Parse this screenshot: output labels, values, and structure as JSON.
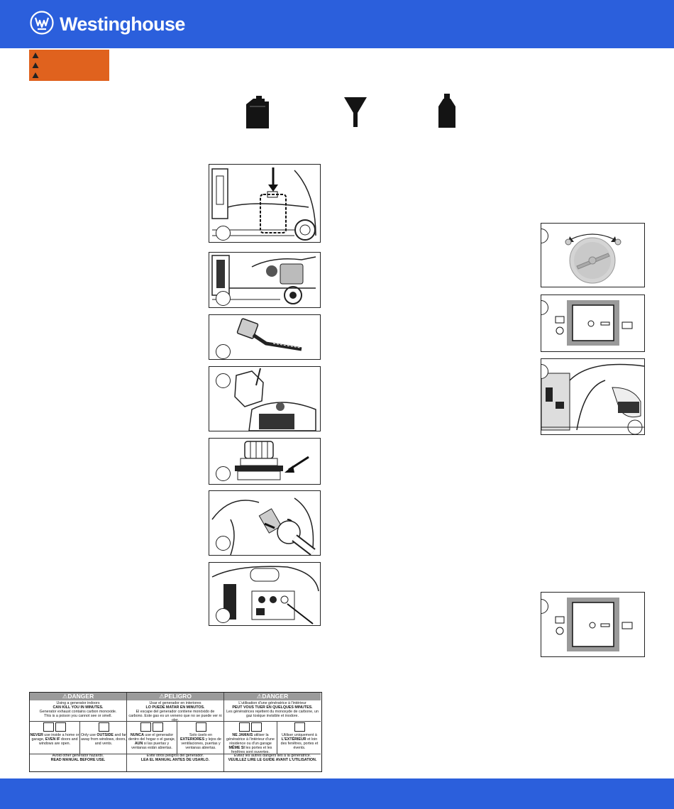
{
  "header": {
    "brand_name": "Westinghouse",
    "colors": {
      "brand_blue": "#2b5fdc",
      "warning_orange": "#e0621e"
    }
  },
  "warning_box": {
    "icon": "warning-triangle-icon",
    "rows": 3
  },
  "supplies": [
    {
      "icon": "fuel-jerry-can-icon"
    },
    {
      "icon": "funnel-icon"
    },
    {
      "icon": "oil-bottle-icon"
    }
  ],
  "left_steps": [
    {
      "icon": "step-1-oil-cap-illustration"
    },
    {
      "icon": "step-2-oil-fill-illustration"
    },
    {
      "icon": "step-3-dipstick-illustration"
    },
    {
      "icon": "step-4-fuel-fill-illustration"
    },
    {
      "icon": "step-5-fuel-cap-illustration"
    },
    {
      "icon": "step-6-fuel-hose-illustration"
    },
    {
      "icon": "step-7-generator-panel-illustration"
    }
  ],
  "right_steps": [
    {
      "icon": "choke-dial-illustration"
    },
    {
      "icon": "eco-switch-illustration"
    },
    {
      "icon": "recoil-start-illustration"
    },
    {
      "icon": "eco-switch-illustration"
    }
  ],
  "danger_label": {
    "en": {
      "heading": "⚠DANGER",
      "line1": "Using a generator indoors",
      "line2": "CAN KILL YOU IN MINUTES.",
      "line3": "Generator exhaust contains carbon monoxide.",
      "line4": "This is a poison you cannot see or smell.",
      "left_1": "NEVER",
      "left_2": " use inside a home or garage,",
      "left_3": "EVEN IF",
      "left_4": " doors and windows are open.",
      "right_1": "Only use ",
      "right_2": "OUTSIDE",
      "right_3": " and far away from windows, doors, and vents.",
      "foot_1": "Avoid other generator hazards.",
      "foot_2": "READ MANUAL BEFORE USE."
    },
    "es": {
      "heading": "⚠PELIGRO",
      "line1": "Usar el generador en interiores",
      "line2": "LO PUEDE MATAR EN MINUTOS.",
      "line3": "El escape del generador contiene monóxido de carbono. Este gas es un veneno que no se puede ver ni oler.",
      "left_1": "NUNCA",
      "left_2": " use el generador dentro del hogar o el garaje, ",
      "left_3": "AUN",
      "left_4": " si las puertas y ventanas están abiertas.",
      "right_1": "Solo úselo en ",
      "right_2": "EXTERIORES",
      "right_3": " y lejos de ventilaciones, puertas y ventanas abiertas.",
      "foot_1": "Evite otros peligros del generador.",
      "foot_2": "LEA EL MANUAL ANTES DE USARLO."
    },
    "fr": {
      "heading": "⚠DANGER",
      "line1": "L'utilisation d'une génératrice à l'intérieur",
      "line2": "PEUT VOUS TUER EN QUELQUES MINUTES.",
      "line3": "Les génératrices rejettent du monoxyde de carbone, un gaz toxique invisible et inodore.",
      "left_1": "NE JAMAIS",
      "left_2": " utiliser la génératrice à l'intérieur d'une résidence ou d'un garage ",
      "left_3": "MÊME SI",
      "left_4": " les portes et les fenêtres sont ouvertes.",
      "right_1": "Utiliser uniquement à ",
      "right_2": "L'EXTÉRIEUR",
      "right_3": " et loin des fenêtres, portes et évents.",
      "foot_1": "Évitez les autres dangers liés à la génératrice.",
      "foot_2": "VEUILLEZ LIRE LE GUIDE AVANT L'UTILISATION."
    }
  }
}
